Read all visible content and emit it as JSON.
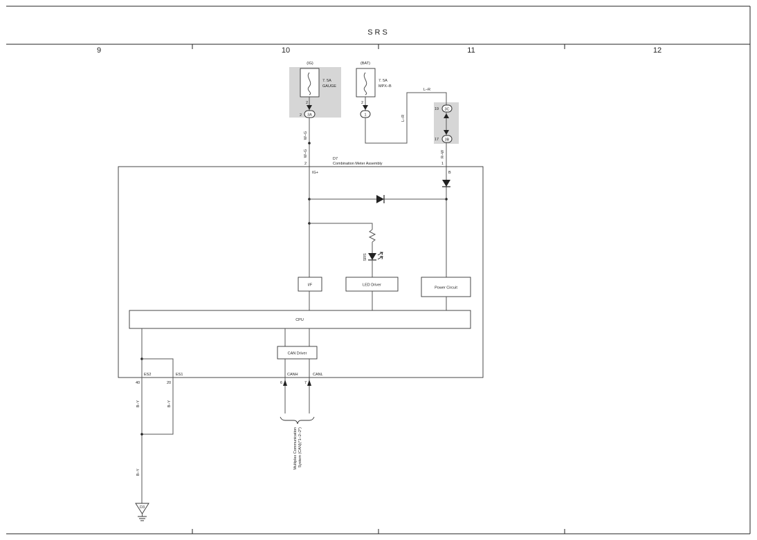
{
  "title": "SRS",
  "zones": [
    "9",
    "10",
    "11",
    "12"
  ],
  "fuses": {
    "ig": {
      "source": "(IG)",
      "rating": "7. 5A",
      "name": "GAUGE",
      "pin": "2",
      "conn_pin": "2",
      "conn": "3A"
    },
    "bat": {
      "source": "(BAT)",
      "rating": "7. 5A",
      "name": "MPX–B",
      "pin": "2",
      "conn": "1"
    }
  },
  "junction": {
    "top_pin": "19",
    "top_conn": "3C",
    "bottom_pin": "17",
    "bottom_conn": "3B"
  },
  "wires": {
    "wg_upper": "W–G",
    "wg_lower": "W–G",
    "lr_top": "L–R",
    "lr_vertical": "L–R",
    "rw": "R–W",
    "by_left": "B–Y",
    "by_right": "B–Y",
    "by_ground": "B–Y"
  },
  "component": {
    "id": "D7",
    "name": "Combination Meter Assembly",
    "pin_ig": "2",
    "pin_b": "1",
    "ig_label": "IG+",
    "b_label": "B",
    "led_label": "SRS",
    "blocks": {
      "if": "I/F",
      "led_driver": "LED Driver",
      "power_circuit": "Power Circuit",
      "cpu": "CPU",
      "can_driver": "CAN Driver"
    },
    "pins_bottom": {
      "es2_label": "ES2",
      "es2_pin": "40",
      "es1_label": "ES1",
      "es1_pin": "20",
      "canh_label": "CANH",
      "canh_pin": "6",
      "canl_label": "CANL",
      "canl_pin": "7"
    }
  },
  "multiplex": {
    "line1": "Multiplex Communication",
    "line2": "System (CAN)(*1–2–2*)"
  },
  "ground": {
    "id": "D3"
  }
}
